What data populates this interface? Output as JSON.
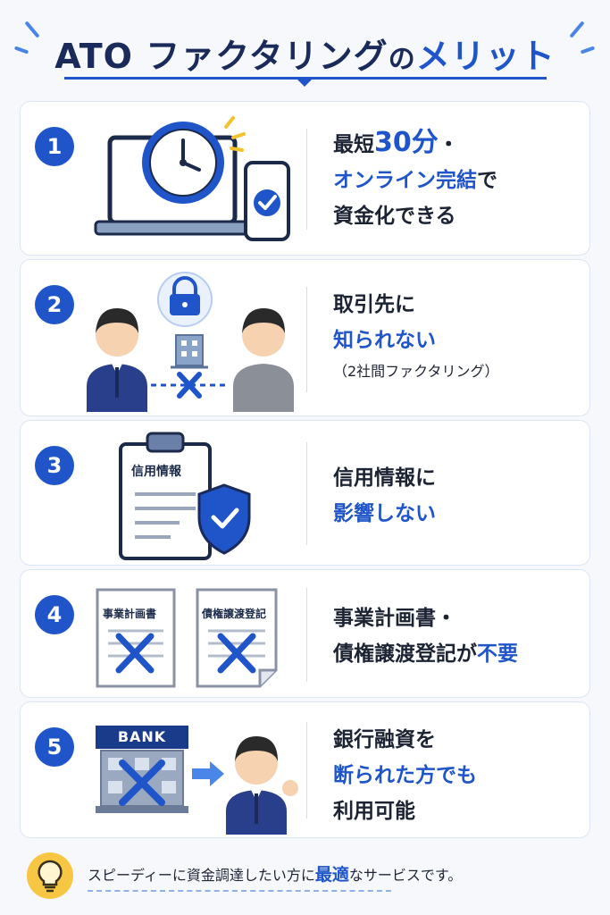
{
  "header": {
    "title_part1": "ATO ファクタリング",
    "title_part2": "の",
    "title_part3": "メリット"
  },
  "cards": [
    {
      "number": "1",
      "line1_pre": "最短",
      "line1_big": "30分",
      "line1_post": "・",
      "line2": "オンライン完結",
      "line2_post": "で",
      "line3": "資金化できる",
      "icons": [
        "clock-icon",
        "laptop-icon",
        "smartphone-icon",
        "check-icon"
      ]
    },
    {
      "number": "2",
      "line1": "取引先に",
      "line2": "知られない",
      "line3": "（2社間ファクタリング）",
      "icons": [
        "businessman-icon",
        "worker-icon",
        "lock-icon",
        "building-icon",
        "cross-icon"
      ]
    },
    {
      "number": "3",
      "line1": "信用情報に",
      "line2": "影響しない",
      "doc_label": "信用情報",
      "icons": [
        "clipboard-icon",
        "shield-check-icon"
      ]
    },
    {
      "number": "4",
      "line1": "事業計画書・",
      "line2_pre": "債権譲渡登記が",
      "line2_emph": "不要",
      "doc1_label": "事業計画書",
      "doc2_label": "債権譲渡登記",
      "icons": [
        "document-icon",
        "cross-icon"
      ]
    },
    {
      "number": "5",
      "line1": "銀行融資を",
      "line2": "断られた方でも",
      "line3": "利用可能",
      "bank_label": "BANK",
      "icons": [
        "bank-icon",
        "cross-icon",
        "arrow-right-icon",
        "businessman-icon"
      ]
    }
  ],
  "footer": {
    "pre": "スピーディーに資金調達したい方に",
    "emph": "最適",
    "post": "なサービスです。",
    "icon": "lightbulb-icon"
  },
  "colors": {
    "accent": "#1f55c8",
    "navy": "#1a2a5a",
    "bulb": "#f7c743"
  }
}
